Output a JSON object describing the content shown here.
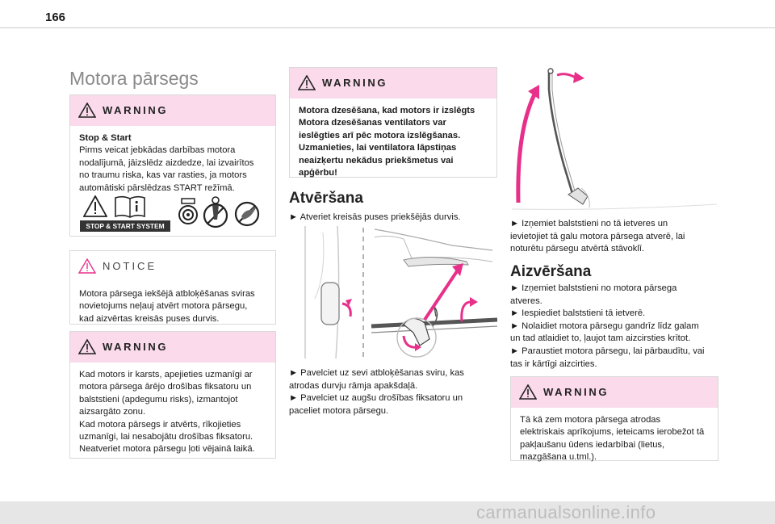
{
  "page_number": "166",
  "page_title": "Motora pārsegs",
  "col1": {
    "warning1": {
      "label": "WARNING",
      "subtitle": "Stop & Start",
      "lines": [
        "Pirms veicat jebkādas darbības motora",
        "nodalījumā, jāizslēdz aizdedze, lai izvairītos",
        "no traumu riska, kas var rasties, ja motors",
        "automātiski pārslēdzas START režīmā."
      ],
      "pictogram_label": "STOP & START SYSTEM"
    },
    "notice": {
      "label": "NOTICE",
      "lines": [
        "Motora pārsega iekšējā atbloķēšanas sviras",
        "novietojums neļauj atvērt motora pārsegu,",
        "kad aizvērtas kreisās puses durvis."
      ]
    },
    "warning2": {
      "label": "WARNING",
      "lines": [
        "Kad motors ir karsts, apejieties uzmanīgi ar",
        "motora pārsega ārējo drošības fiksatoru un",
        "balststieni (apdegumu risks), izmantojot",
        "aizsargāto zonu.",
        "Kad motora pārsegs ir atvērts, rīkojieties",
        "uzmanīgi, lai nesabojātu drošības fiksatoru.",
        "Neatveriet motora pārsegu ļoti vējainā laikā."
      ]
    }
  },
  "col2": {
    "warning": {
      "label": "WARNING",
      "lines": [
        "Motora dzesēšana, kad motors ir izslēgts",
        "Motora dzesēšanas ventilators var",
        "ieslēgties arī pēc motora izslēgšanas.",
        "Uzmanieties, lai ventilatora lāpstiņas",
        "neaizķertu nekādus priekšmetus vai",
        "apģērbu!"
      ]
    },
    "heading": "Atvēršana",
    "step1": [
      "►  Atveriet kreisās puses priekšējās durvis."
    ],
    "steps2": [
      "►  Pavelciet uz sevi atbloķēšanas sviru, kas",
      "atrodas durvju rāmja apakšdaļā.",
      "►  Pavelciet uz augšu drošības fiksatoru un",
      "paceliet motora pārsegu."
    ]
  },
  "col3": {
    "steps1": [
      "►  Izņemiet balststieni no tā ietveres un",
      "ievietojiet tā galu motora pārsega atverē, lai",
      "noturētu pārsegu atvērtā stāvoklī."
    ],
    "heading": "Aizvēršana",
    "steps2": [
      "►  Izņemiet balststieni no motora pārsega",
      "atveres.",
      "►  Iespiediet balststieni tā ietverē.",
      "►  Nolaidiet motora pārsegu gandrīz līdz galam",
      "un tad atlaidiet to, ļaujot tam aizcirsties krītot.",
      "►  Paraustiet motora pārsegu, lai pārbaudītu, vai",
      "tas ir kārtīgi aizcirties."
    ],
    "warning": {
      "label": "WARNING",
      "lines": [
        "Tā kā zem motora pārsega atrodas",
        "elektriskais aprīkojums, ieteicams ierobežot tā",
        "pakļaušanu ūdens iedarbībai (lietus,",
        "mazgāšana u.tml.)."
      ]
    }
  },
  "watermark": "carmanualsonline.info",
  "colors": {
    "warning_bg": "#fadaeb",
    "accent": "#e8308a",
    "border": "#d9d9d9"
  }
}
